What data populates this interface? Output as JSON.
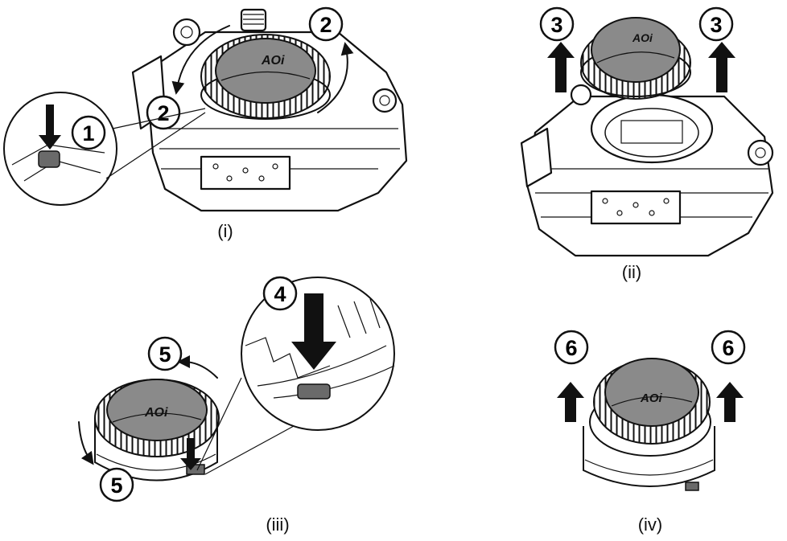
{
  "panels": [
    {
      "id": "i",
      "caption": "(i)"
    },
    {
      "id": "ii",
      "caption": "(ii)"
    },
    {
      "id": "iii",
      "caption": "(iii)"
    },
    {
      "id": "iv",
      "caption": "(iv)"
    }
  ],
  "steps": {
    "s1": "1",
    "s2": "2",
    "s3": "3",
    "s4": "4",
    "s5": "5",
    "s6": "6"
  },
  "logo_text": "AOi",
  "colors": {
    "cap": "#8a8a8a",
    "line": "#111111",
    "background": "#ffffff"
  }
}
